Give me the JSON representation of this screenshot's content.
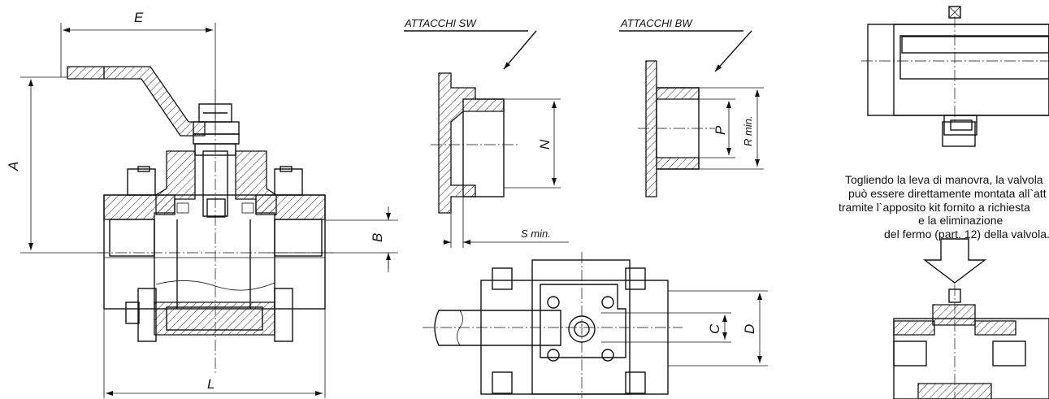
{
  "labels": {
    "E": "E",
    "A": "A",
    "B": "B",
    "L": "L",
    "N": "N",
    "P": "P",
    "R": "R min.",
    "S": "S min.",
    "C": "C",
    "D": "D"
  },
  "sections": {
    "sw_title": "ATTACCHI SW",
    "bw_title": "ATTACCHI BW"
  },
  "note": {
    "lines": [
      "Togliendo la leva di manovra, la valvola",
      "può essere direttamente montata all`att",
      "tramite l`apposito kit fornito a richiesta",
      "e la eliminazione",
      "del fermo (part. 12) della valvola."
    ]
  }
}
